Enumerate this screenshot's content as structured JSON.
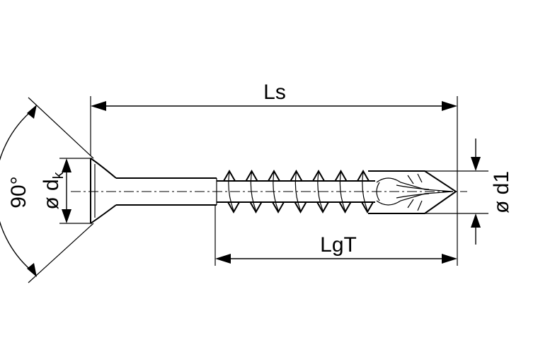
{
  "labels": {
    "ls": "Ls",
    "lgt": "LgT",
    "angle": "90°",
    "head_dia": "ø d",
    "head_dia_sub": "k",
    "thread_dia": "ø d1"
  }
}
